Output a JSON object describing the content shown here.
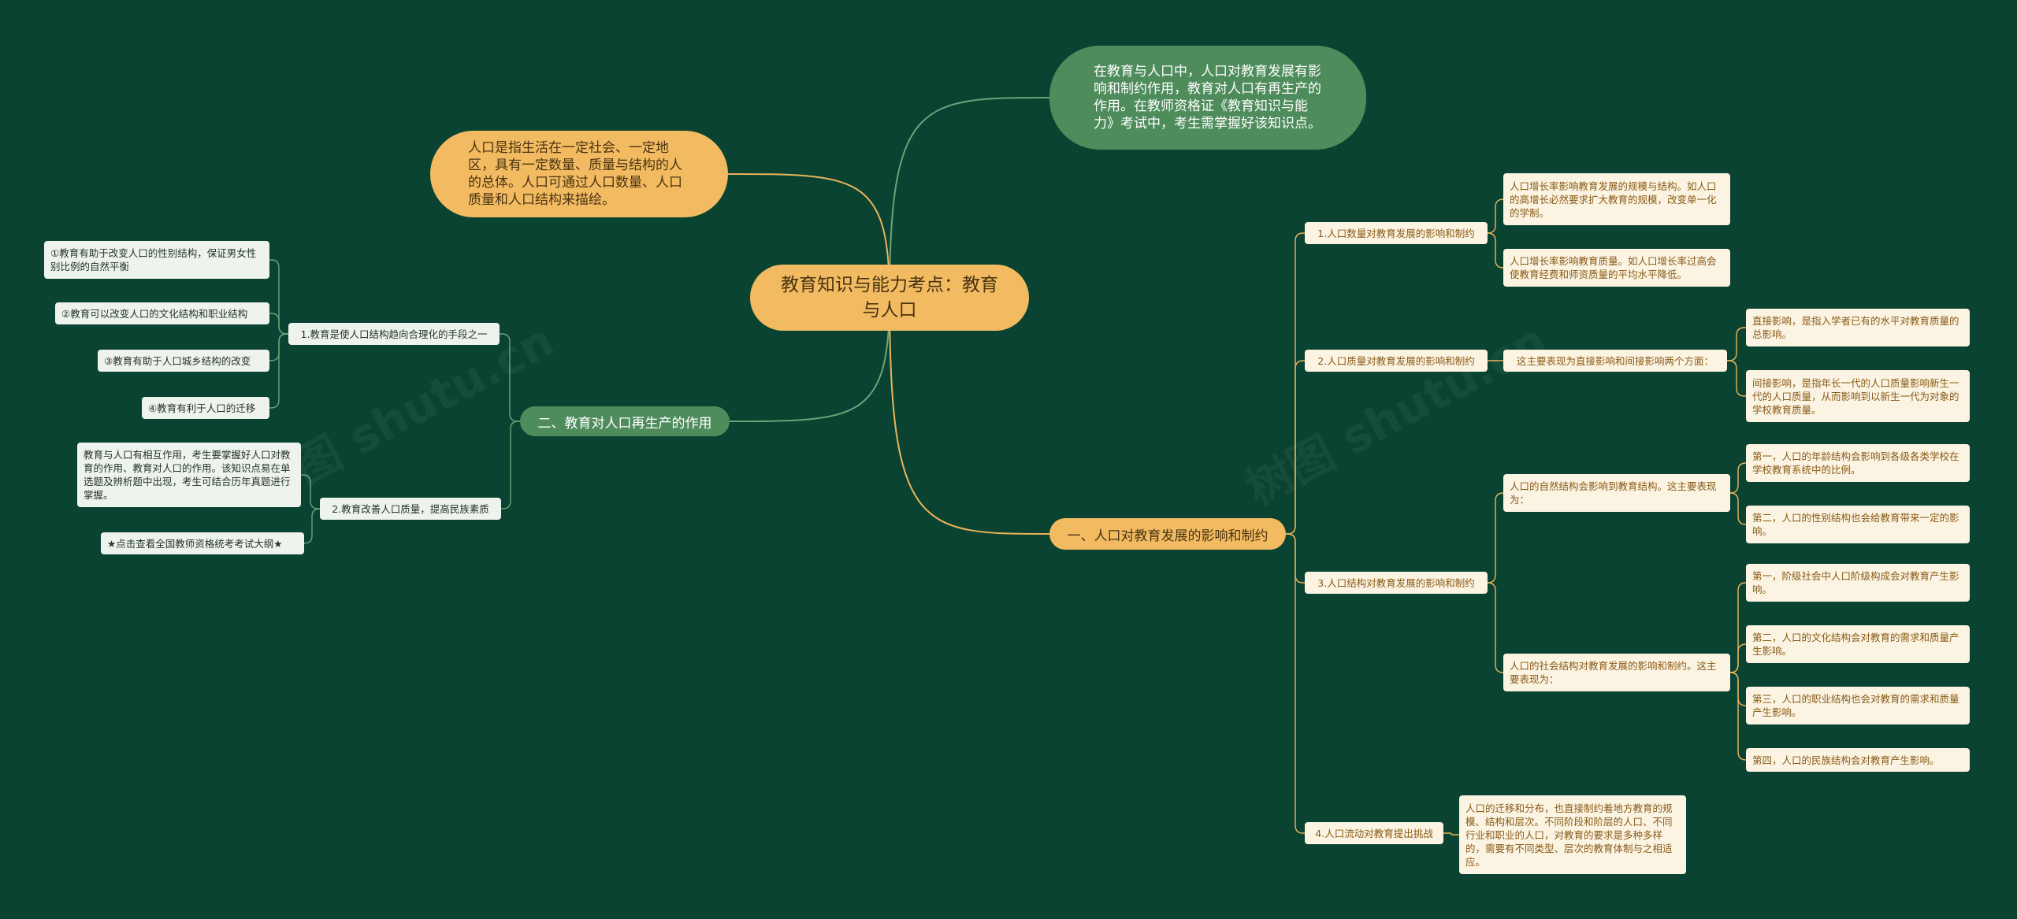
{
  "root": {
    "title": "教育知识与能力考点：教育与人口"
  },
  "intro_definition": "人口是指生活在一定社会、一定地区，具有一定数量、质量与结构的人的总体。人口可通过人口数量、人口质量和人口结构来描绘。",
  "intro_relation": "在教育与人口中，人口对教育发展有影响和制约作用，教育对人口有再生产的作用。在教师资格证《教育知识与能力》考试中，考生需掌握好该知识点。",
  "branch_one": {
    "label": "一、人口对教育发展的影响和制约",
    "quantity": {
      "label": "1.人口数量对教育发展的影响和制约",
      "items": [
        "人口增长率影响教育发展的规模与结构。如人口的高增长必然要求扩大教育的规模，改变单一化的学制。",
        "人口增长率影响教育质量。如人口增长率过高会使教育经费和师资质量的平均水平降低。"
      ]
    },
    "quality": {
      "label": "2.人口质量对教育发展的影响和制约",
      "summary": "这主要表现为直接影响和间接影响两个方面：",
      "items": [
        "直接影响，是指入学者已有的水平对教育质量的总影响。",
        "间接影响，是指年长一代的人口质量影响新生一代的人口质量，从而影响到以新生一代为对象的学校教育质量。"
      ]
    },
    "structure": {
      "label": "3.人口结构对教育发展的影响和制约",
      "natural": {
        "label": "人口的自然结构会影响到教育结构。这主要表现为：",
        "items": [
          "第一，人口的年龄结构会影响到各级各类学校在学校教育系统中的比例。",
          "第二，人口的性别结构也会给教育带来一定的影响。"
        ]
      },
      "social": {
        "label": "人口的社会结构对教育发展的影响和制约。这主要表现为：",
        "items": [
          "第一，阶级社会中人口阶级构成会对教育产生影响。",
          "第二，人口的文化结构会对教育的需求和质量产生影响。",
          "第三，人口的职业结构也会对教育的需求和质量产生影响。",
          "第四，人口的民族结构会对教育产生影响。"
        ]
      }
    },
    "mobility": {
      "label": "4.人口流动对教育提出挑战",
      "detail": "人口的迁移和分布，也直接制约着地方教育的规模、结构和层次。不同阶段和阶层的人口、不同行业和职业的人口，对教育的要求是多种多样的，需要有不同类型、层次的教育体制与之相适应。"
    }
  },
  "branch_two": {
    "label": "二、教育对人口再生产的作用",
    "structure": {
      "label": "1.教育是使人口结构趋向合理化的手段之一",
      "items": [
        "①教育有助于改变人口的性别结构，保证男女性别比例的自然平衡",
        "②教育可以改变人口的文化结构和职业结构",
        "③教育有助于人口城乡结构的改变",
        "④教育有利于人口的迁移"
      ]
    },
    "quality": {
      "label": "2.教育改善人口质量，提高民族素质",
      "items": [
        "教育与人口有相互作用，考生要掌握好人口对教育的作用、教育对人口的作用。该知识点易在单选题及辨析题中出现，考生可结合历年真题进行掌握。",
        "★点击查看全国教师资格统考考试大纲★"
      ]
    }
  },
  "colors": {
    "background": "#0a4331",
    "orange": "#f2bb62",
    "green": "#4e8c5c",
    "link_orange": "#e9b45c",
    "link_green": "#6da27a",
    "box_yellow": "#fbf4e3",
    "box_green": "#eef3ee"
  }
}
